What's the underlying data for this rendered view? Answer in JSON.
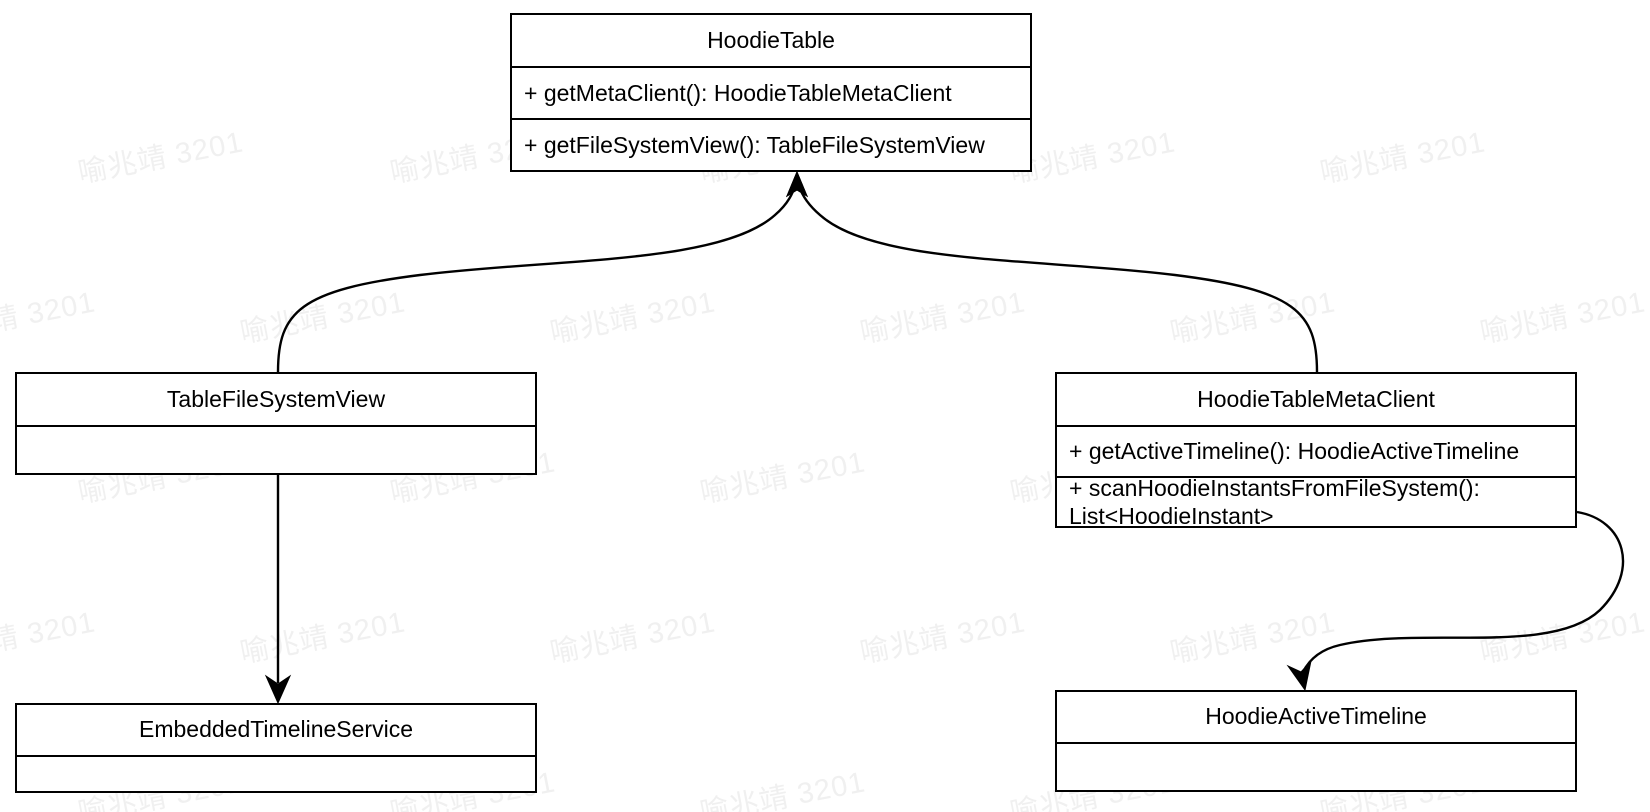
{
  "diagram": {
    "type": "uml-class-diagram",
    "background_color": "#ffffff",
    "line_color": "#000000",
    "text_color": "#000000",
    "watermark": {
      "text": "喻兆靖 3201",
      "color": "#f0f0f0"
    },
    "classes": [
      {
        "id": "hoodietable",
        "name": "HoodieTable",
        "compartments": [
          "+ getMetaClient(): HoodieTableMetaClient",
          "+ getFileSystemView(): TableFileSystemView"
        ]
      },
      {
        "id": "tablefilesystemview",
        "name": "TableFileSystemView",
        "compartments": [
          ""
        ]
      },
      {
        "id": "hoodietablemetaclient",
        "name": "HoodieTableMetaClient",
        "compartments": [
          "+ getActiveTimeline(): HoodieActiveTimeline",
          "+ scanHoodieInstantsFromFileSystem():\nList<HoodieInstant>"
        ]
      },
      {
        "id": "embeddedtimelineservice",
        "name": "EmbeddedTimelineService",
        "compartments": [
          ""
        ]
      },
      {
        "id": "hoodieactivetimeline",
        "name": "HoodieActiveTimeline",
        "compartments": [
          ""
        ]
      }
    ],
    "edges": [
      {
        "id": "edge-tablefilesystemview-to-hoodietable",
        "from": "tablefilesystemview",
        "to": "hoodietable",
        "arrow": "open-triangle-filled",
        "label": ""
      },
      {
        "id": "edge-hoodietablemetaclient-to-hoodietable",
        "from": "hoodietablemetaclient",
        "to": "hoodietable",
        "arrow": "open-triangle-filled",
        "label": ""
      },
      {
        "id": "edge-tablefilesystemview-to-embeddedtimelineservice",
        "from": "tablefilesystemview",
        "to": "embeddedtimelineservice",
        "arrow": "open-triangle-filled",
        "label": ""
      },
      {
        "id": "edge-hoodietablemetaclient-to-hoodieactivetimeline",
        "from": "hoodietablemetaclient",
        "to": "hoodieactivetimeline",
        "arrow": "open-triangle-filled",
        "label": ""
      }
    ]
  }
}
